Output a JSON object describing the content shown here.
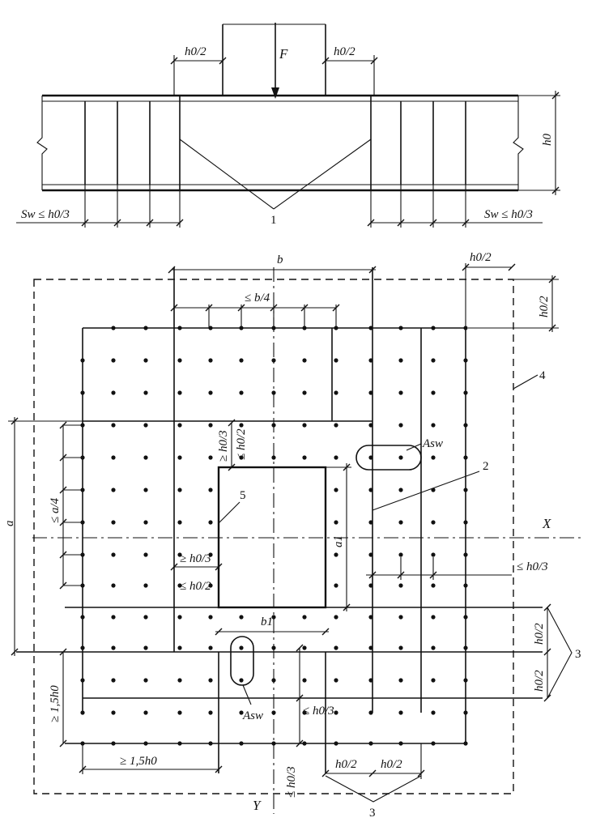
{
  "top_section": {
    "load": "F",
    "dim_left_top": "h0/2",
    "dim_right_top": "h0/2",
    "dim_height": "h0",
    "spacing_left": "Sw ≤ h0/3",
    "spacing_right": "Sw ≤ h0/3",
    "callout_1": "1"
  },
  "plan": {
    "dim_b": "b",
    "dim_b4": "≤ b/4",
    "dim_h0_2_top_right": "h0/2",
    "dim_h0_2_right_vertical": "h0/2",
    "dim_a": "a",
    "dim_a4": "≤ a/4",
    "dim_h0_3_upper": "≥ h0/3",
    "dim_h0_2_upper": "≤ h0/2",
    "dim_h0_3_mid": "≥ h0/3",
    "dim_h0_2_mid": "≤ h0/2",
    "dim_a1": "a1",
    "dim_b1": "b1",
    "dim_h0_3_right": "≤ h0/3",
    "dim_1_5h0_left": "≥ 1,5h0",
    "dim_1_5h0_bottom": "≥ 1,5h0",
    "dim_h0_3_bottom": "≤ h0/3",
    "dim_h0_3_bottom_small": "≤ h0/3",
    "dim_h0_2_bottom_a": "h0/2",
    "dim_h0_2_bottom_b": "h0/2",
    "dim_h0_2_right_a": "h0/2",
    "dim_h0_2_right_b": "h0/2",
    "asw_top": "Asw",
    "asw_bottom": "Asw",
    "axis_x": "X",
    "axis_y": "Y",
    "callout_2": "2",
    "callout_3_right": "3",
    "callout_3_bottom": "3",
    "callout_4": "4",
    "callout_5": "5"
  }
}
